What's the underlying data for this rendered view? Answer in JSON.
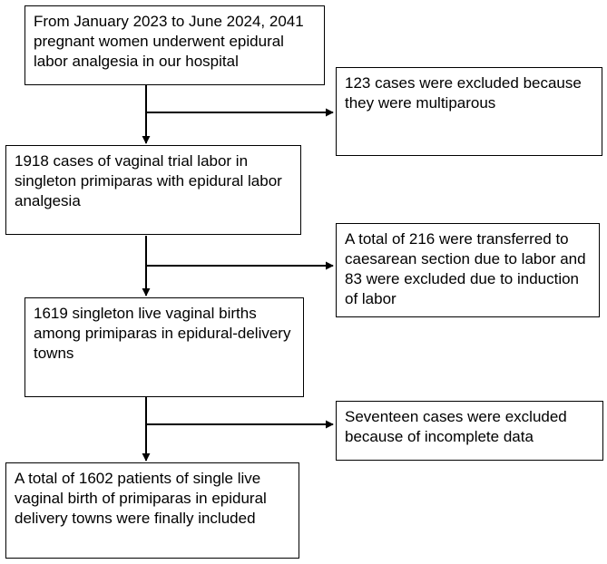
{
  "flowchart": {
    "main_steps": [
      {
        "text": "From January 2023 to June 2024, 2041\npregnant women underwent epidural\nlabor analgesia in our hospital"
      },
      {
        "text": "1918 cases of vaginal trial labor in\nsingleton primiparas with epidural labor\nanalgesia"
      },
      {
        "text": "1619 singleton live vaginal births\namong primiparas in epidural-delivery\ntowns"
      },
      {
        "text": "A total of 1602 patients of single live\nvaginal birth of primiparas in epidural\ndelivery towns were finally included"
      }
    ],
    "exclusions": [
      {
        "text": "123 cases were excluded because\nthey were multiparous"
      },
      {
        "text": "A total of 216 were transferred to\ncaesarean section due to labor and\n83 were excluded due to induction\nof labor"
      },
      {
        "text": "Seventeen cases were excluded\nbecause of incomplete data"
      }
    ]
  },
  "colors": {
    "line": "#000000",
    "background": "#ffffff"
  }
}
